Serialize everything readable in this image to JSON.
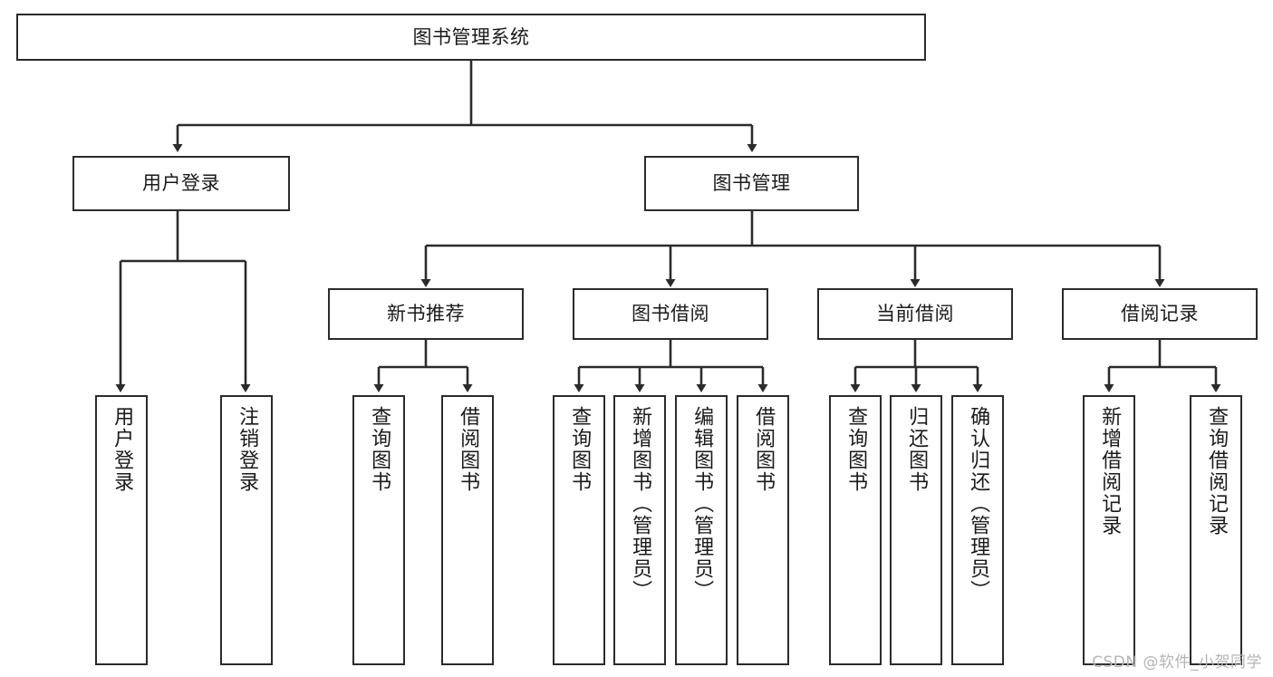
{
  "diagram": {
    "title": "图书管理系统",
    "type": "hierarchy-tree",
    "watermark": "CSDN @软件_小贺同学",
    "colors": {
      "box_border": "#2b2b2b",
      "box_fill": "#ffffff",
      "edge": "#2b2b2b",
      "text": "#1a1a1a",
      "watermark": "#b5b5b5"
    },
    "nodes": {
      "root": {
        "label": "图书管理系统"
      },
      "level2": [
        {
          "id": "user-login",
          "label": "用户登录"
        },
        {
          "id": "book-management",
          "label": "图书管理"
        }
      ],
      "level3": [
        {
          "id": "new-book-recommend",
          "label": "新书推荐"
        },
        {
          "id": "book-borrow",
          "label": "图书借阅"
        },
        {
          "id": "current-borrow",
          "label": "当前借阅"
        },
        {
          "id": "borrow-record",
          "label": "借阅记录"
        }
      ],
      "leaves": {
        "user-login": [
          {
            "id": "leaf-user-login",
            "label": "用户登录"
          },
          {
            "id": "leaf-user-logout",
            "label": "注销登录"
          }
        ],
        "new-book-recommend": [
          {
            "id": "leaf-query-book-1",
            "label": "查询图书"
          },
          {
            "id": "leaf-borrow-book-1",
            "label": "借阅图书"
          }
        ],
        "book-borrow": [
          {
            "id": "leaf-query-book-2",
            "label": "查询图书"
          },
          {
            "id": "leaf-add-book",
            "label": "新增图书（管理员）"
          },
          {
            "id": "leaf-edit-book",
            "label": "编辑图书（管理员）"
          },
          {
            "id": "leaf-borrow-book-2",
            "label": "借阅图书"
          }
        ],
        "current-borrow": [
          {
            "id": "leaf-query-book-3",
            "label": "查询图书"
          },
          {
            "id": "leaf-return-book",
            "label": "归还图书"
          },
          {
            "id": "leaf-confirm-return",
            "label": "确认归还（管理员）"
          }
        ],
        "borrow-record": [
          {
            "id": "leaf-add-record",
            "label": "新增借阅记录"
          },
          {
            "id": "leaf-query-record",
            "label": "查询借阅记录"
          }
        ]
      }
    }
  }
}
